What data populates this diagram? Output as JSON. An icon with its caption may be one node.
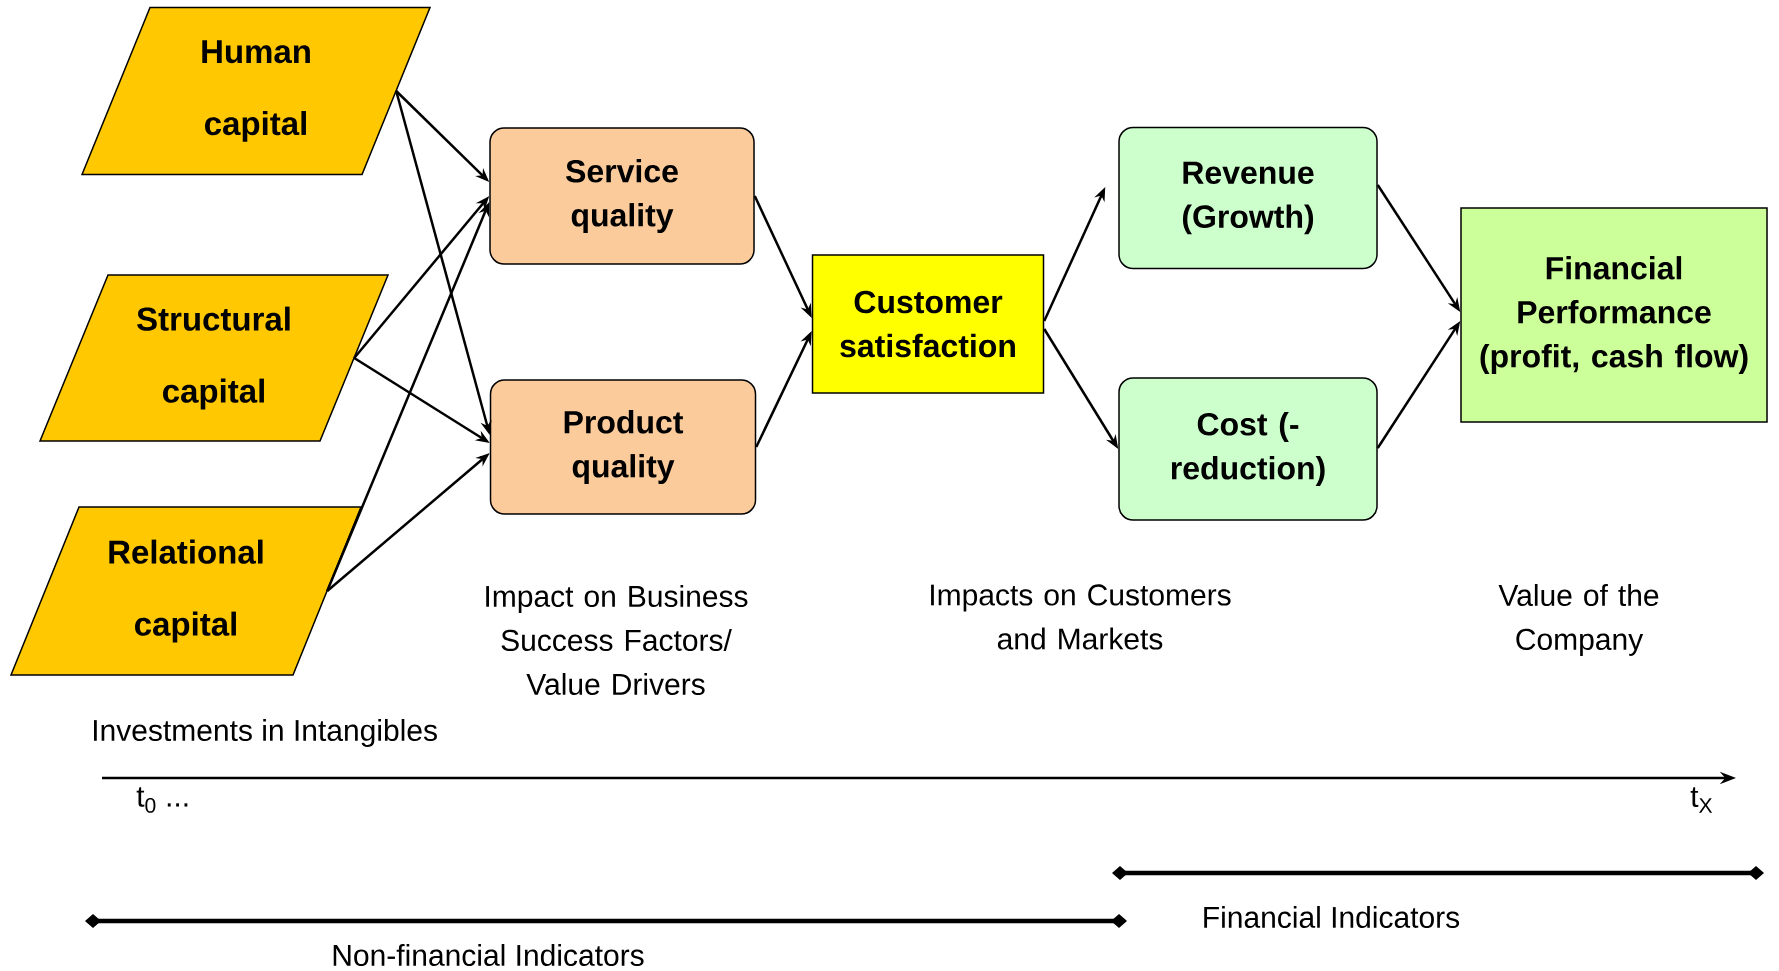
{
  "diagram": {
    "nodes": [
      {
        "text": [
          "Human capital"
        ]
      },
      {
        "text": [
          "Structural capital"
        ]
      },
      {
        "text": [
          "Relational capital"
        ]
      },
      {
        "text": [
          "Service quality"
        ]
      },
      {
        "text": [
          "Product quality"
        ]
      },
      {
        "text": [
          "Customer satisfaction"
        ]
      },
      {
        "text": [
          "Revenue (Growth)"
        ]
      },
      {
        "text": [
          "Cost (-reduction)"
        ]
      },
      {
        "text": [
          "Financial Performance (profit, cash flow)"
        ]
      }
    ],
    "edges": [
      {
        "from": 0,
        "to": 3,
        "arrow": "to"
      },
      {
        "from": 0,
        "to": 4,
        "arrow": "to"
      },
      {
        "from": 1,
        "to": 3,
        "arrow": "to"
      },
      {
        "from": 1,
        "to": 4,
        "arrow": "to"
      },
      {
        "from": 2,
        "to": 3,
        "arrow": "to"
      },
      {
        "from": 2,
        "to": 4,
        "arrow": "to"
      },
      {
        "from": 3,
        "to": 5,
        "arrow": "to"
      },
      {
        "from": 4,
        "to": 5,
        "arrow": "to"
      },
      {
        "from": 5,
        "to": 6,
        "arrow": "to"
      },
      {
        "from": 5,
        "to": 7,
        "arrow": "to"
      },
      {
        "from": 6,
        "to": 8,
        "arrow": "to"
      },
      {
        "from": 7,
        "to": 8,
        "arrow": "to"
      }
    ],
    "labels": [
      "Impact on Business Success Factors/ Value Drivers",
      "Impacts on Customers and Markets",
      "Value of the Company",
      "Investments in Intangibles",
      "t$_{0}$ ...",
      "t$_{X}$",
      "Financial Indicators",
      "Non-financial Indicators"
    ]
  }
}
